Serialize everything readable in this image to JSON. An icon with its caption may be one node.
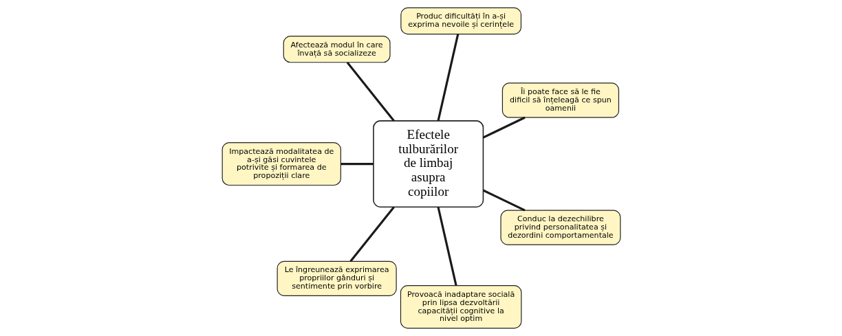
{
  "diagram": {
    "nodes": [
      {
        "text": [
          "Îi poate face să le fie dificil să înțeleagă ce spun oamenii"
        ]
      },
      {
        "text": [
          "Produc dificultăți în a-și exprima nevoile și cerințele"
        ]
      },
      {
        "text": [
          "Afectează modul în care învață să socializeze"
        ]
      },
      {
        "text": [
          "Impactează modalitatea de a-și găsi cuvintele potrivite și formarea de propoziții clare"
        ]
      },
      {
        "text": [
          "Efectele tulburărilor de limbaj asupra copiilor"
        ]
      },
      {
        "text": [
          "Le îngreunează exprimarea propriilor gânduri și sentimente prin vorbire"
        ]
      },
      {
        "text": [
          "Provoacă inadaptare socială prin lipsa dezvoltării capacității cognitive la nivel optim"
        ]
      },
      {
        "text": [
          "Conduc la dezechilibre privind personalitatea și dezordini comportamentale"
        ]
      }
    ],
    "edges": [
      {
        "from": 4,
        "to": 0,
        "arrow": "none"
      },
      {
        "from": 4,
        "to": 1,
        "arrow": "none"
      },
      {
        "from": 4,
        "to": 2,
        "arrow": "none"
      },
      {
        "from": 4,
        "to": 3,
        "arrow": "none"
      },
      {
        "from": 4,
        "to": 5,
        "arrow": "none"
      },
      {
        "from": 4,
        "to": 6,
        "arrow": "none"
      },
      {
        "from": 4,
        "to": 7,
        "arrow": "none"
      }
    ]
  }
}
